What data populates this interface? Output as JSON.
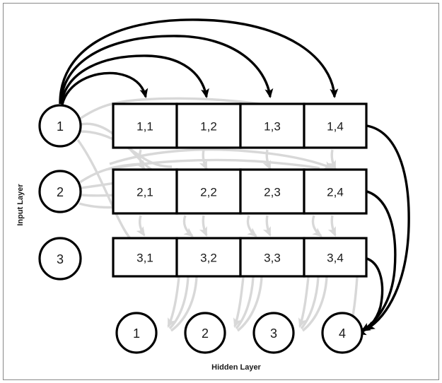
{
  "diagram": {
    "title_axis_left": "Input Layer",
    "title_axis_bottom": "Hidden Layer",
    "colors": {
      "highlight_edge": "#000000",
      "muted_edge": "#d8d8d8",
      "node_stroke": "#000000",
      "node_fill": "#ffffff",
      "page_border": "#888888"
    },
    "input_layer": {
      "label": "Input Layer",
      "nodes": [
        {
          "label": "1",
          "name": "input-node-1"
        },
        {
          "label": "2",
          "name": "input-node-2"
        },
        {
          "label": "3",
          "name": "input-node-3"
        }
      ]
    },
    "hidden_layer": {
      "label": "Hidden Layer",
      "nodes": [
        {
          "label": "1",
          "name": "hidden-node-1"
        },
        {
          "label": "2",
          "name": "hidden-node-2"
        },
        {
          "label": "3",
          "name": "hidden-node-3"
        },
        {
          "label": "4",
          "name": "hidden-node-4"
        }
      ]
    },
    "weight_matrix": {
      "rows": [
        {
          "cells": [
            "1,1",
            "1,2",
            "1,3",
            "1,4"
          ]
        },
        {
          "cells": [
            "2,1",
            "2,2",
            "2,3",
            "2,4"
          ]
        },
        {
          "cells": [
            "3,1",
            "3,2",
            "3,3",
            "3,4"
          ]
        }
      ]
    },
    "highlighted_edges": {
      "from_input": "1",
      "into_cells": [
        "1,1",
        "1,2",
        "1,3",
        "1,4"
      ],
      "from_cells": [
        "1,4",
        "2,4",
        "3,4"
      ],
      "into_hidden": "4"
    }
  }
}
